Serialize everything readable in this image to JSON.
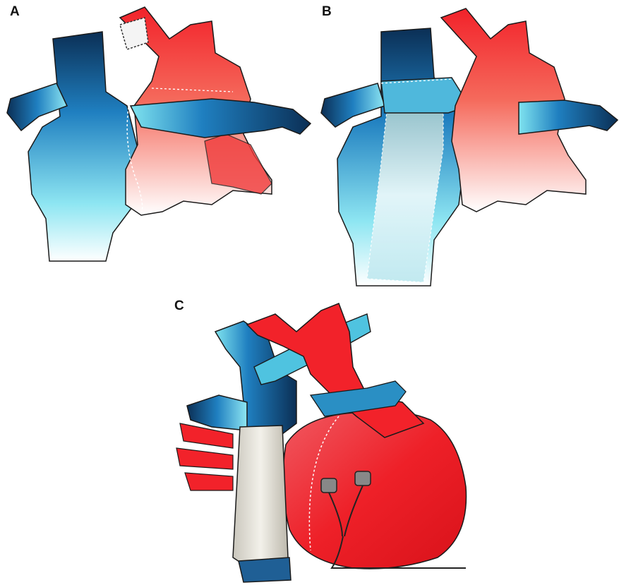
{
  "panels": [
    {
      "label": "A"
    },
    {
      "label": "B"
    },
    {
      "label": "C"
    }
  ],
  "colors": {
    "vein_dark": "#0b2f55",
    "vein_mid": "#1f7fc0",
    "vein_light": "#7fe3ef",
    "artery": "#f2222a",
    "artery_light": "#fbb3a0",
    "graft": "#e9e6dd",
    "suture": "#ffffff",
    "outline": "#1a1a1a"
  }
}
